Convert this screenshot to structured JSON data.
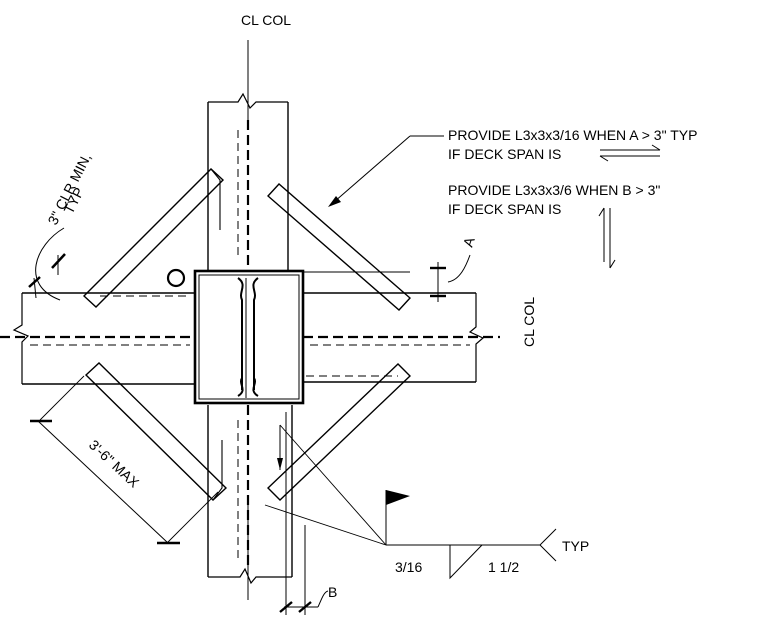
{
  "labels": {
    "cl_col_top": "CL COL",
    "cl_col_right": "CL COL",
    "clr_min_line1": "3\" CLR MIN,",
    "clr_min_line2": "TYP",
    "max_dim": "3'-6\" MAX",
    "note1_line1": "PROVIDE L3x3x3/16 WHEN A > 3\" TYP",
    "note1_line2": "IF DECK SPAN IS",
    "note2_line1": "PROVIDE L3x3x3/6 WHEN B > 3\"",
    "note2_line2": "IF DECK SPAN IS",
    "dim_a": "A",
    "dim_b": "B",
    "weld_size": "3/16",
    "weld_length": "1 1/2",
    "weld_typ": "TYP"
  }
}
